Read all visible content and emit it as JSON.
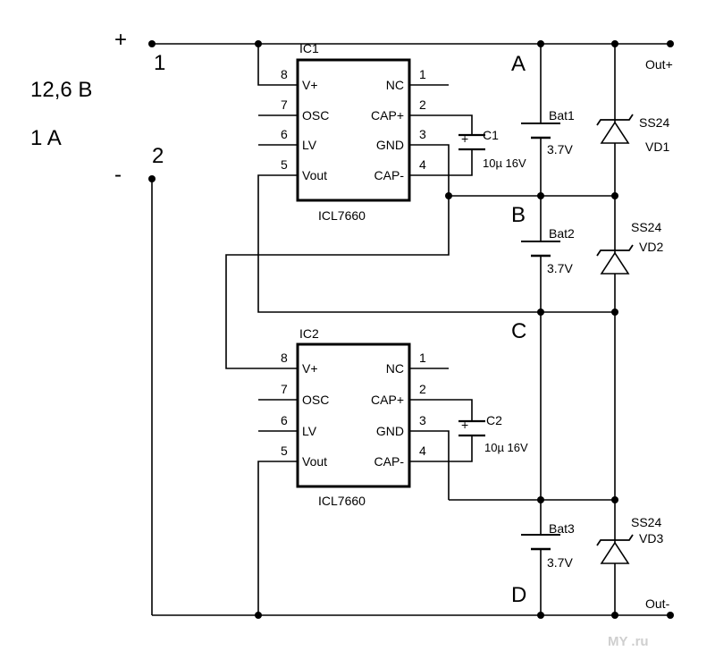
{
  "supply": {
    "voltage": "12,6 B",
    "current": "1 A",
    "pos_sign": "+",
    "neg_sign": "-",
    "pos_terminal": "1",
    "neg_terminal": "2"
  },
  "nodes": {
    "a": "A",
    "b": "B",
    "c": "C",
    "d": "D"
  },
  "outputs": {
    "pos": "Out+",
    "neg": "Out-"
  },
  "ics": [
    {
      "ref": "IC1",
      "part": "ICL7660",
      "left_pins": [
        {
          "num": "8",
          "name": "V+"
        },
        {
          "num": "7",
          "name": "OSC"
        },
        {
          "num": "6",
          "name": "LV"
        },
        {
          "num": "5",
          "name": "Vout"
        }
      ],
      "right_pins": [
        {
          "num": "1",
          "name": "NC"
        },
        {
          "num": "2",
          "name": "CAP+"
        },
        {
          "num": "3",
          "name": "GND"
        },
        {
          "num": "4",
          "name": "CAP-"
        }
      ]
    },
    {
      "ref": "IC2",
      "part": "ICL7660",
      "left_pins": [
        {
          "num": "8",
          "name": "V+"
        },
        {
          "num": "7",
          "name": "OSC"
        },
        {
          "num": "6",
          "name": "LV"
        },
        {
          "num": "5",
          "name": "Vout"
        }
      ],
      "right_pins": [
        {
          "num": "1",
          "name": "NC"
        },
        {
          "num": "2",
          "name": "CAP+"
        },
        {
          "num": "3",
          "name": "GND"
        },
        {
          "num": "4",
          "name": "CAP-"
        }
      ]
    }
  ],
  "capacitors": [
    {
      "ref": "C1",
      "value": "10µ 16V",
      "polarity": "+"
    },
    {
      "ref": "C2",
      "value": "10µ 16V",
      "polarity": "+"
    }
  ],
  "batteries": [
    {
      "ref": "Bat1",
      "voltage": "3.7V"
    },
    {
      "ref": "Bat2",
      "voltage": "3.7V"
    },
    {
      "ref": "Bat3",
      "voltage": "3.7V"
    }
  ],
  "diodes": [
    {
      "part": "SS24",
      "ref": "VD1"
    },
    {
      "part": "SS24",
      "ref": "VD2"
    },
    {
      "part": "SS24",
      "ref": "VD3"
    }
  ],
  "watermark": "MY .ru"
}
